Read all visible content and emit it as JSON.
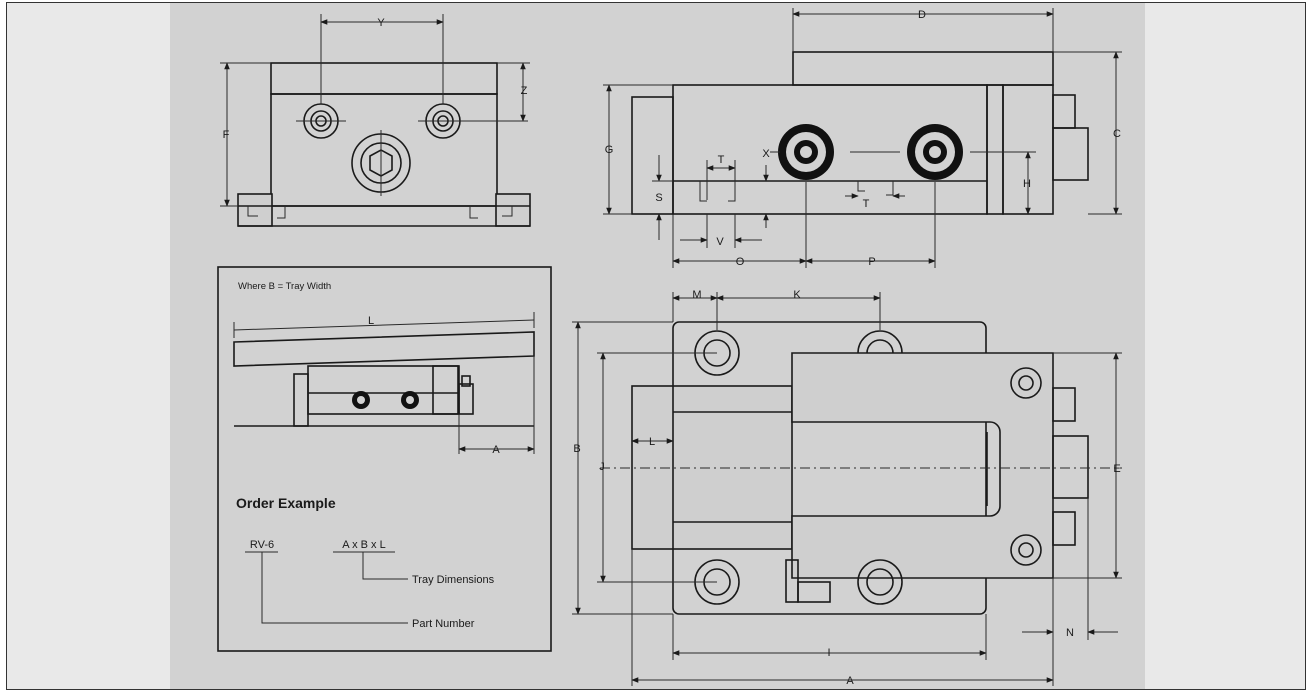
{
  "callout": {
    "caption": "Where B = Tray Width",
    "order_title": "Order Example",
    "part_code": "RV-6",
    "dims_code": "A x B x L",
    "tray_dims_label": "Tray Dimensions",
    "part_number_label": "Part Number"
  },
  "labels": {
    "A": "A",
    "B": "B",
    "C": "C",
    "D": "D",
    "E": "E",
    "F": "F",
    "G": "G",
    "H": "H",
    "I": "I",
    "J": "J",
    "K": "K",
    "L": "L",
    "M": "M",
    "N": "N",
    "O": "O",
    "P": "P",
    "S": "S",
    "T": "T",
    "V": "V",
    "X": "X",
    "Y": "Y",
    "Z": "Z"
  },
  "colors": {
    "panel": "#d2d2d2",
    "background": "#e9e9e9",
    "line": "#1a1a1a"
  }
}
